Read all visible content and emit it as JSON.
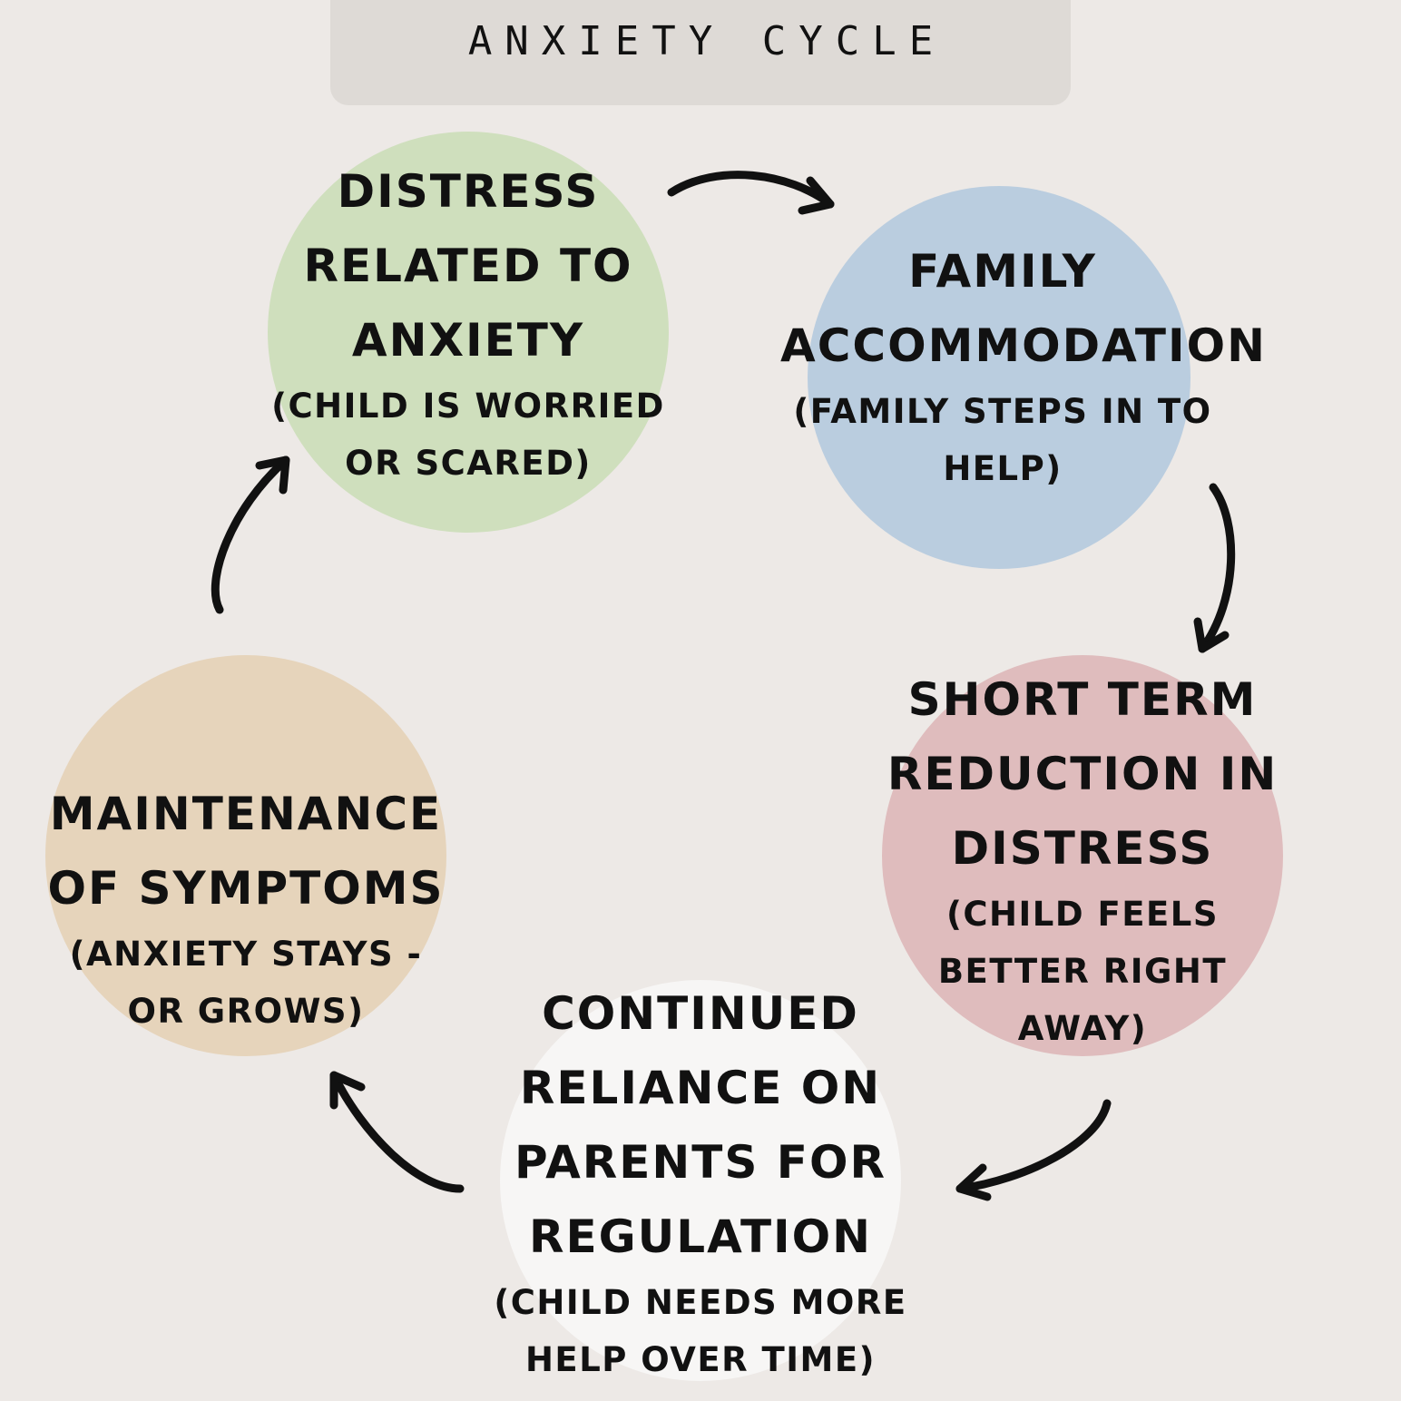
{
  "title": "ANXIETY CYCLE",
  "colors": {
    "background": "#ede9e6",
    "title_bar": "#dedad6",
    "text": "#111111",
    "distress": "#cfdfbd",
    "accommodation": "#bacddf",
    "reduction": "#dfbcbd",
    "reliance": "#f7f6f5",
    "maintenance": "#e6d4bb"
  },
  "nodes": {
    "distress": {
      "title_lines": [
        "DISTRESS",
        "RELATED TO",
        "ANXIETY"
      ],
      "sub_lines": [
        "(CHILD IS WORRIED",
        "OR SCARED)"
      ]
    },
    "accommodation": {
      "title_lines": [
        "FAMILY",
        "ACCOMMODATION"
      ],
      "sub_lines": [
        "(FAMILY STEPS IN TO",
        "HELP)"
      ]
    },
    "reduction": {
      "title_lines": [
        "SHORT TERM",
        "REDUCTION IN",
        "DISTRESS"
      ],
      "sub_lines": [
        "(CHILD FEELS",
        "BETTER RIGHT",
        "AWAY)"
      ]
    },
    "reliance": {
      "title_lines": [
        "CONTINUED",
        "RELIANCE ON",
        "PARENTS FOR",
        "REGULATION"
      ],
      "sub_lines": [
        "(CHILD NEEDS MORE",
        "HELP OVER TIME)"
      ]
    },
    "maintenance": {
      "title_lines": [
        "MAINTENANCE",
        "OF SYMPTOMS"
      ],
      "sub_lines": [
        "(ANXIETY STAYS -",
        "OR GROWS)"
      ]
    }
  }
}
